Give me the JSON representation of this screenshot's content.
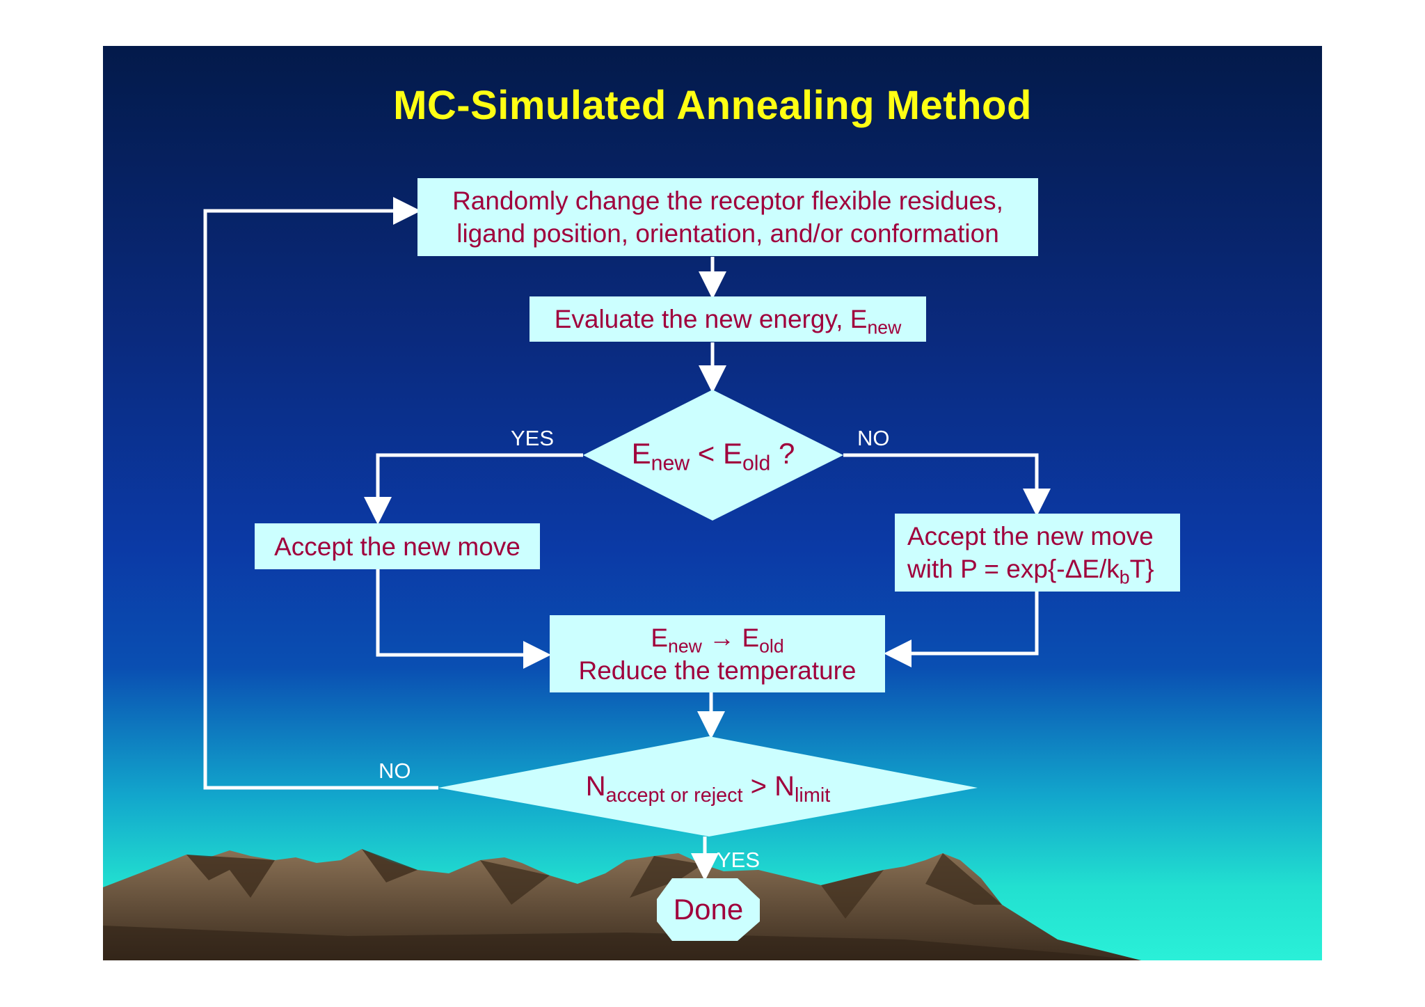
{
  "title": "MC-Simulated Annealing Method",
  "colors": {
    "title": "#ffff14",
    "box_fill": "#ccffff",
    "box_text": "#a0003c",
    "arrow": "#ffffff",
    "label": "#ffffff",
    "mountain": "#6e5a45"
  },
  "boxes": {
    "random_change": {
      "line1": "Randomly change the receptor flexible residues,",
      "line2": "ligand position, orientation, and/or conformation"
    },
    "evaluate": {
      "text": "Evaluate the new energy, E",
      "sub": "new"
    },
    "accept_left": {
      "text": "Accept the new move"
    },
    "accept_right": {
      "line1": "Accept the new move",
      "line2_prefix": "with P = exp{-ΔE/k",
      "line2_sub": "b",
      "line2_suffix": "T}"
    },
    "update": {
      "line1_a": "E",
      "line1_a_sub": "new",
      "line1_arrow": " → ",
      "line1_b": "E",
      "line1_b_sub": "old",
      "line2": "Reduce the temperature"
    }
  },
  "decisions": {
    "energy_check": {
      "e1": "E",
      "e1_sub": "new",
      "op": " < ",
      "e2": "E",
      "e2_sub": "old",
      "suffix": " ?"
    },
    "count_check": {
      "n1": "N",
      "n1_sub": "accept or reject",
      "op": " > ",
      "n2": "N",
      "n2_sub": "limit"
    }
  },
  "labels": {
    "yes_top": "YES",
    "no_top": "NO",
    "no_bottom": "NO",
    "yes_bottom": "YES"
  },
  "done": "Done"
}
